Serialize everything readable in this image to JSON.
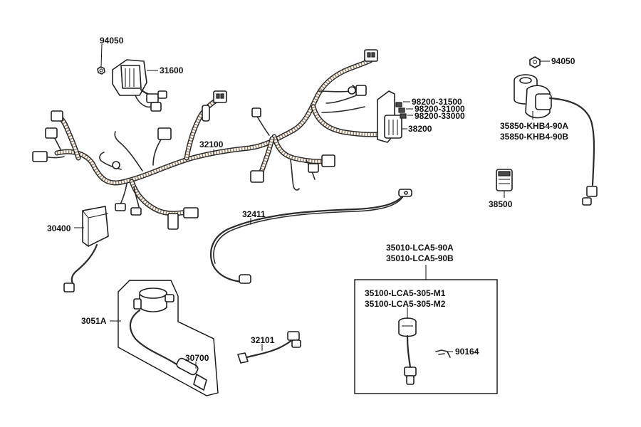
{
  "labels": {
    "p94050_left": "94050",
    "p31600": "31600",
    "p32100": "32100",
    "p98200_31500": "98200-31500",
    "p98200_31000": "98200-31000",
    "p98200_33000": "98200-33000",
    "p38200": "38200",
    "p94050_right": "94050",
    "p35850_a": "35850-KHB4-90A",
    "p35850_b": "35850-KHB4-90B",
    "p38500": "38500",
    "p32411": "32411",
    "p30400": "30400",
    "p35010_a": "35010-LCA5-90A",
    "p35010_b": "35010-LCA5-90B",
    "p35100_m1": "35100-LCA5-305-M1",
    "p35100_m2": "35100-LCA5-305-M2",
    "p90164": "90164",
    "p3051a": "3051A",
    "p30700": "30700",
    "p32101": "32101"
  }
}
